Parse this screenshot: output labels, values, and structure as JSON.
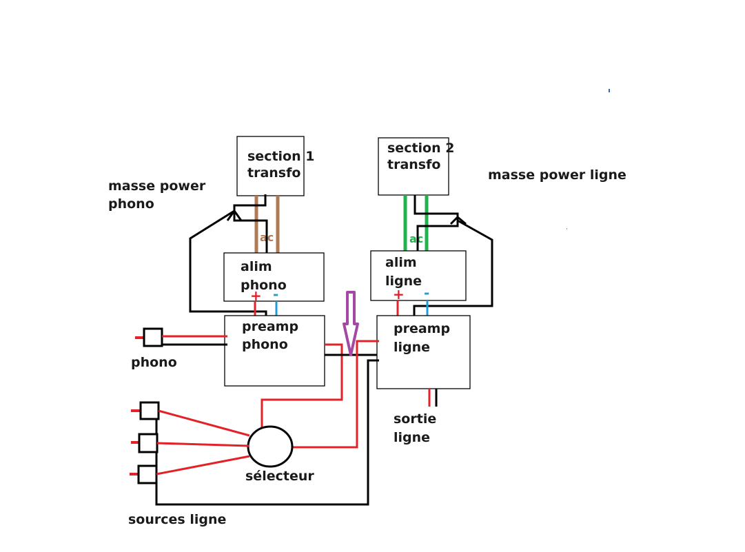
{
  "colors": {
    "red": "#e22128",
    "blue": "#1e9ed8",
    "brown": "#b07a55",
    "green": "#22b14c",
    "purple": "#a349a4",
    "black": "#000000"
  },
  "blocks": {
    "transfo1": {
      "line1": "section 1",
      "line2": "transfo"
    },
    "transfo2": {
      "line1": "section 2",
      "line2": "transfo"
    },
    "alim_phono": {
      "line1": "alim",
      "line2": "phono"
    },
    "alim_ligne": {
      "line1": "alim",
      "line2": "ligne"
    },
    "preamp_phono": {
      "line1": "preamp",
      "line2": "phono"
    },
    "preamp_ligne": {
      "line1": "preamp",
      "line2": "ligne"
    }
  },
  "labels": {
    "masse_phono": {
      "line1": "masse power",
      "line2": "phono"
    },
    "masse_ligne": "masse power ligne",
    "phono_input": "phono",
    "selector": "sélecteur",
    "sources": "sources ligne",
    "output": {
      "line1": "sortie",
      "line2": "ligne"
    },
    "ac_phono": "ac",
    "ac_ligne": "ac",
    "plus": "+",
    "minus": "-"
  }
}
